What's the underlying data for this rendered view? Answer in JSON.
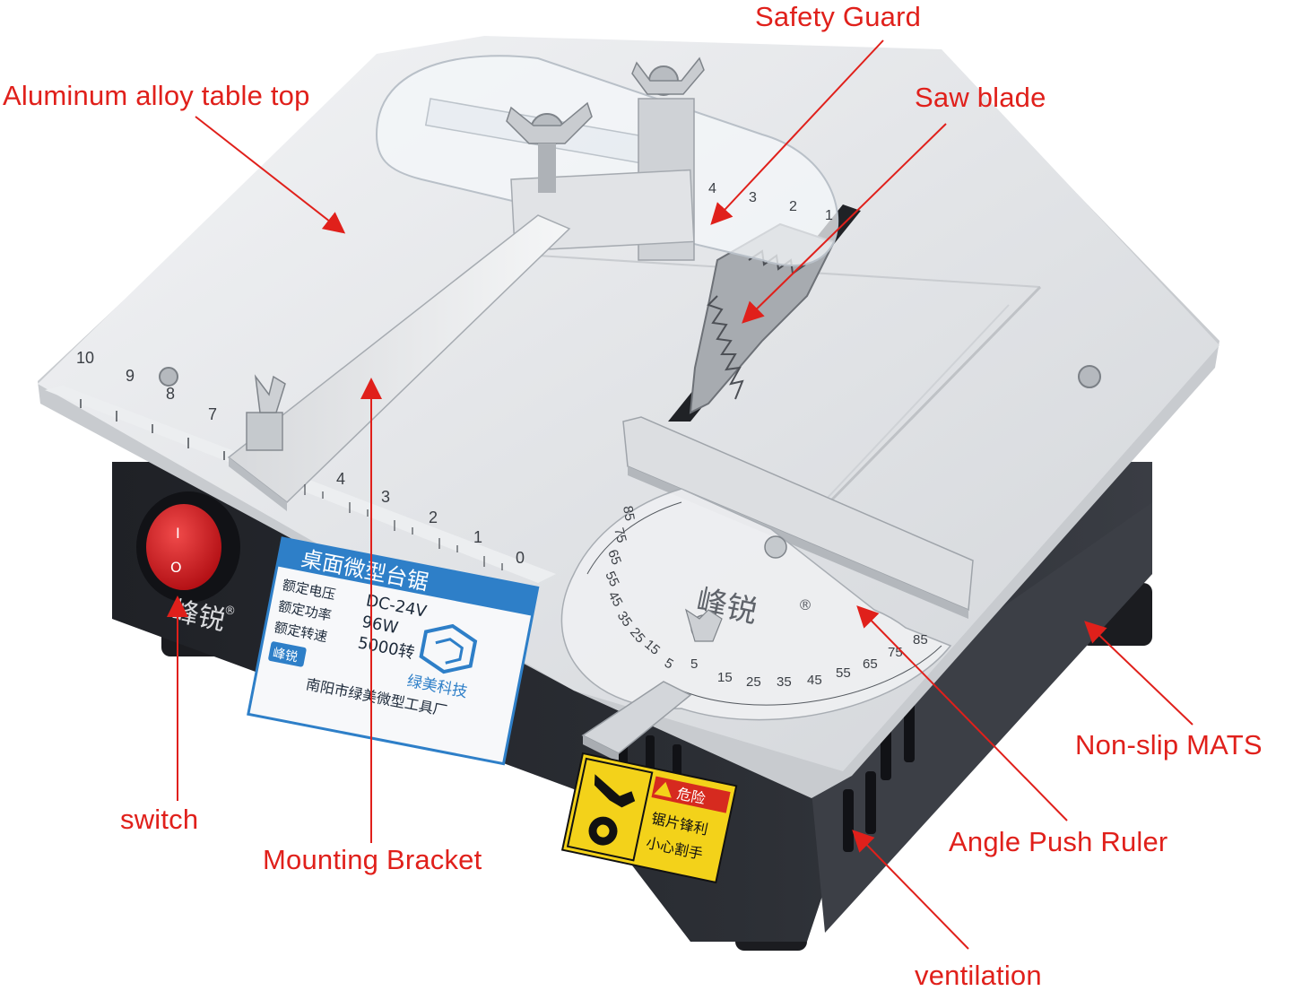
{
  "callouts": {
    "safety_guard": "Safety Guard",
    "table_top": "Aluminum alloy table top",
    "saw_blade": "Saw blade",
    "non_slip_mats": "Non-slip MATS",
    "switch": "switch",
    "mounting_bracket": "Mounting Bracket",
    "angle_push_ruler": "Angle Push Ruler",
    "ventilation": "ventilation"
  },
  "device": {
    "brand_mark": "峰锐",
    "registered_mark": "®",
    "switch_on_symbol": "I",
    "switch_off_symbol": "O",
    "front_ruler_ticks": [
      "4",
      "3",
      "2",
      "1",
      "0"
    ],
    "left_ruler_ticks": [
      "10",
      "9",
      "8",
      "7"
    ],
    "guard_ruler_ticks": [
      "4",
      "3",
      "2",
      "1"
    ],
    "protractor_left_ticks": [
      "85",
      "75",
      "65",
      "55",
      "45",
      "35",
      "25",
      "15",
      "5"
    ],
    "protractor_right_ticks": [
      "5",
      "15",
      "25",
      "35",
      "45",
      "55",
      "65",
      "75",
      "85"
    ],
    "spec_label": {
      "title": "桌面微型台锯",
      "voltage_label": "额定电压",
      "voltage_value": "DC-24V",
      "power_label": "额定功率",
      "power_value": "96W",
      "speed_label": "额定转速",
      "speed_value": "5000转",
      "badge": "峰锐",
      "maker": "南阳市绿美微型工具厂",
      "brand_right": "绿美科技"
    },
    "warning_label": {
      "title": "危险",
      "line1": "锯片锋利",
      "line2": "小心割手"
    }
  },
  "colors": {
    "callout": "#e0201b",
    "aluminum": "#dfe1e4",
    "base": "#2a2c31",
    "switch_red": "#d4141b",
    "spec_blue": "#2e7fc8",
    "warning_yellow": "#f3d21a"
  }
}
